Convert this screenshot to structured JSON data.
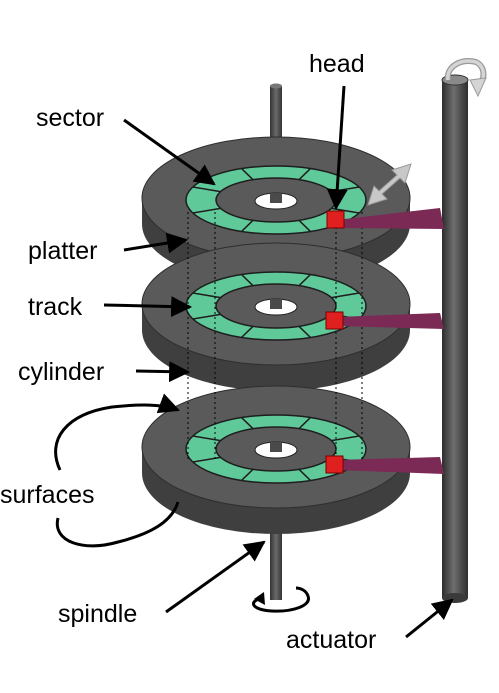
{
  "labels": {
    "head": "head",
    "sector": "sector",
    "platter": "platter",
    "track": "track",
    "cylinder": "cylinder",
    "surfaces": "surfaces",
    "spindle": "spindle",
    "actuator": "actuator"
  },
  "colors": {
    "platter_top": "#5a5a5a",
    "platter_side": "#3f3f3f",
    "track_band": "#5fc99a",
    "spindle": "#4a4a4a",
    "actuator": "#474747",
    "arm": "#7b2a55",
    "head": "#e0201e",
    "arrow": "#000000",
    "motion_arrow": "#c8c8c8"
  },
  "icons": {
    "spindle_rotation": "counterclockwise-arrow-icon",
    "actuator_rotation": "clockwise-arrow-icon",
    "arm_motion": "double-arrow-icon"
  }
}
